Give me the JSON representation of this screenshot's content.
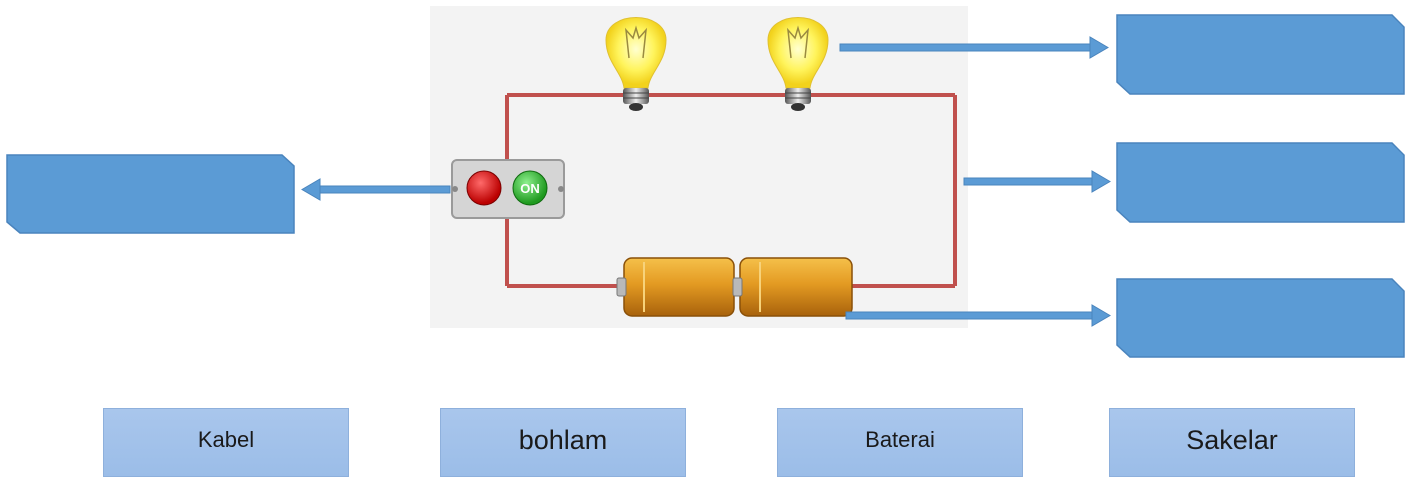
{
  "colors": {
    "answer_box": "#5b9bd5",
    "answer_box_border": "#4a84bd",
    "arrow": "#5b9bd5",
    "wire": "#c0504d",
    "tile": "#a9c6ec",
    "switch_off": "#cc1f1f",
    "switch_on": "#35b835",
    "battery": "#d68a1a",
    "bulb_glow": "#fff45c"
  },
  "switch": {
    "on_label": "ON"
  },
  "answer_boxes": [
    {
      "id": "box-left",
      "value": ""
    },
    {
      "id": "box-right-top",
      "value": ""
    },
    {
      "id": "box-right-middle",
      "value": ""
    },
    {
      "id": "box-right-bottom",
      "value": ""
    }
  ],
  "tiles": [
    "Kabel",
    "bohlam",
    "Baterai",
    "Sakelar"
  ]
}
